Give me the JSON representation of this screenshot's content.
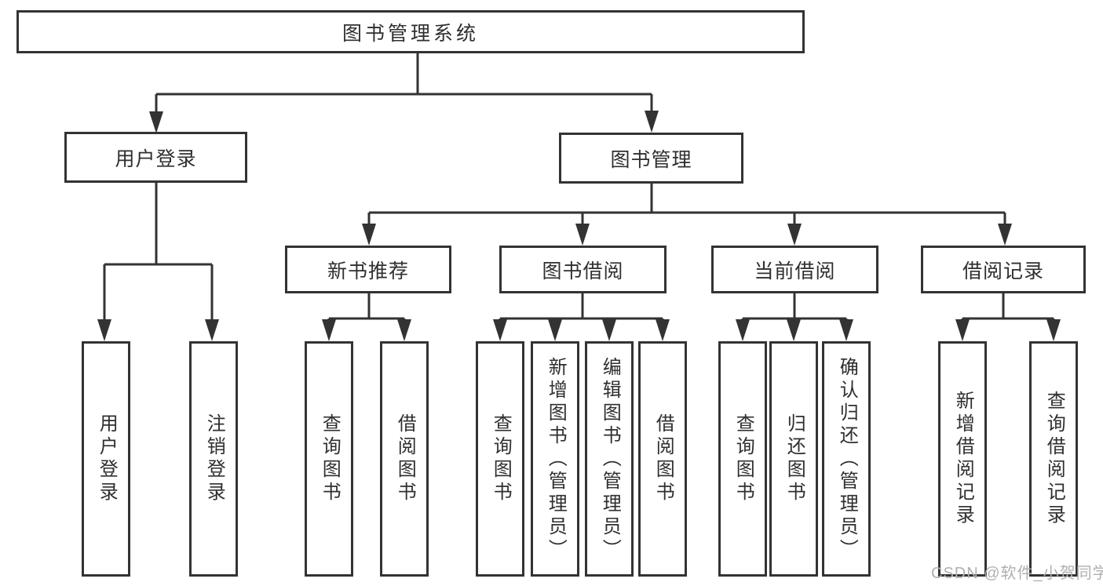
{
  "diagram": {
    "root_label": "图书管理系统",
    "user_login": {
      "label": "用户登录",
      "children": [
        "用户登录",
        "注销登录"
      ]
    },
    "book_management": {
      "label": "图书管理",
      "sections": [
        {
          "label": "新书推荐",
          "children": [
            "查询图书",
            "借阅图书"
          ]
        },
        {
          "label": "图书借阅",
          "children": [
            "查询图书",
            "新增图书（管理员）",
            "编辑图书（管理员）",
            "借阅图书"
          ]
        },
        {
          "label": "当前借阅",
          "children": [
            "查询图书",
            "归还图书",
            "确认归还（管理员）"
          ]
        },
        {
          "label": "借阅记录",
          "children": [
            "新增借阅记录",
            "查询借阅记录"
          ]
        }
      ]
    }
  },
  "watermark": {
    "text": "CSDN @软件_小贺同学",
    "color": "#b0b0b0"
  },
  "colors": {
    "line": "#333333",
    "box_border": "#333333",
    "box_fill": "#ffffff",
    "text": "#2f2f2f",
    "background": "#ffffff"
  }
}
